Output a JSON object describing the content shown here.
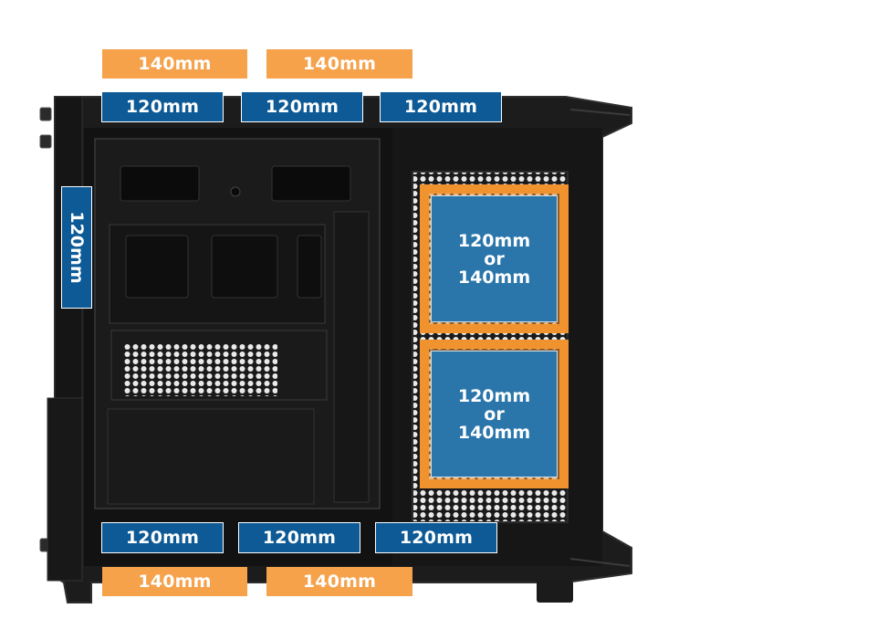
{
  "labels": {
    "top_140": [
      "140mm",
      "140mm"
    ],
    "top_120": [
      "120mm",
      "120mm",
      "120mm"
    ],
    "rear_120": "120mm",
    "side_mounts": [
      {
        "line1": "120mm",
        "line2": "or",
        "line3": "140mm"
      },
      {
        "line1": "120mm",
        "line2": "or",
        "line3": "140mm"
      }
    ],
    "bottom_120": [
      "120mm",
      "120mm",
      "120mm"
    ],
    "bottom_140": [
      "140mm",
      "140mm"
    ]
  },
  "colors": {
    "orange_140": "#f5a24b",
    "blue_120": "#0d5a96",
    "case": "#1b1b1b"
  }
}
